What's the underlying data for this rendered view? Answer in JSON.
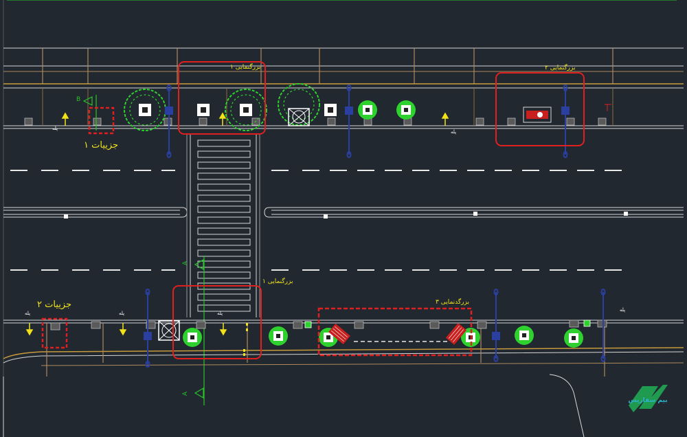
{
  "colors": {
    "background": "#212830",
    "linework": "#d8d8d8",
    "curb": "#c79a3a",
    "property_line": "#b08a5c",
    "callout": "#e0201f",
    "label_yellow": "#f2e21a",
    "tree_green": "#2fd12f",
    "section_line": "#28c428",
    "lamp_blue": "#2a3f9f",
    "bench_red": "#c8201f",
    "logo_green": "#1f9a4f",
    "logo_teal": "#2bb3c7"
  },
  "callouts": {
    "enlargement_1_top": "بزرگنمایی ۱",
    "enlargement_2": "بزرگنمایی ۲",
    "enlargement_1_bottom": "بزرگنمایی ۱",
    "enlargement_3": "بزرگدنمایی ۳"
  },
  "details": {
    "detail_1": "جزییات ۱",
    "detail_2": "جزییات ۲"
  },
  "section_marks": {
    "a_top": "A",
    "a_bottom": "A",
    "b_top": "B"
  },
  "small_tags": {
    "tag": "پله"
  },
  "logo": {
    "text": "بیم سفاریس",
    "icon": "company-logo-icon"
  }
}
